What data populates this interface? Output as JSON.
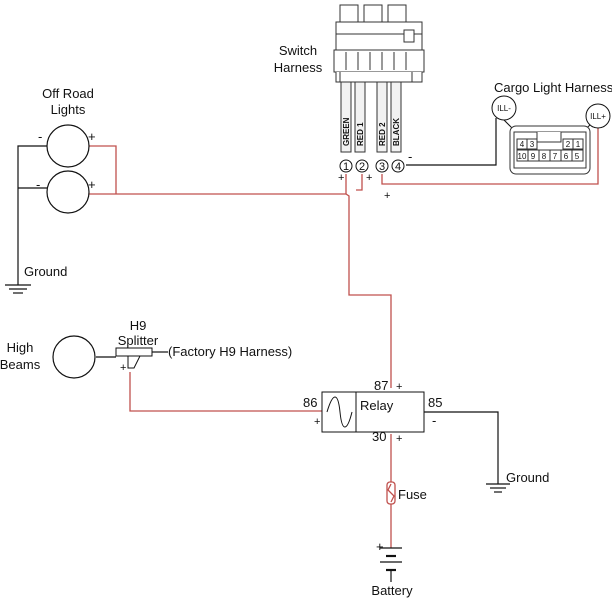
{
  "labels": {
    "switch_harness_line1": "Switch",
    "switch_harness_line2": "Harness",
    "off_road_line1": "Off Road",
    "off_road_line2": "Lights",
    "ground_top": "Ground",
    "cargo_harness": "Cargo Light Harness",
    "ill_minus": "ILL-",
    "ill_plus": "ILL+",
    "high_beams_line1": "High",
    "high_beams_line2": "Beams",
    "h9_line1": "H9",
    "h9_line2": "Splitter",
    "factory_h9": "(Factory H9 Harness)",
    "relay": "Relay",
    "pin_86": "86",
    "pin_87": "87",
    "pin_85": "85",
    "pin_30": "30",
    "fuse": "Fuse",
    "battery": "Battery",
    "ground_bottom": "Ground"
  },
  "wires": {
    "green": "GREEN",
    "red1": "RED 1",
    "red2": "RED 2",
    "black": "BLACK"
  },
  "terminals": [
    "1",
    "2",
    "3",
    "4"
  ],
  "cargo_pins_top": [
    "4",
    "3",
    "2",
    "1"
  ],
  "cargo_pins_bottom": [
    "10",
    "9",
    "8",
    "7",
    "6",
    "5"
  ],
  "polarity": {
    "minus": "-",
    "plus": "+"
  },
  "colors": {
    "hot_wire": "#c0504d",
    "ground_wire": "#111111"
  }
}
